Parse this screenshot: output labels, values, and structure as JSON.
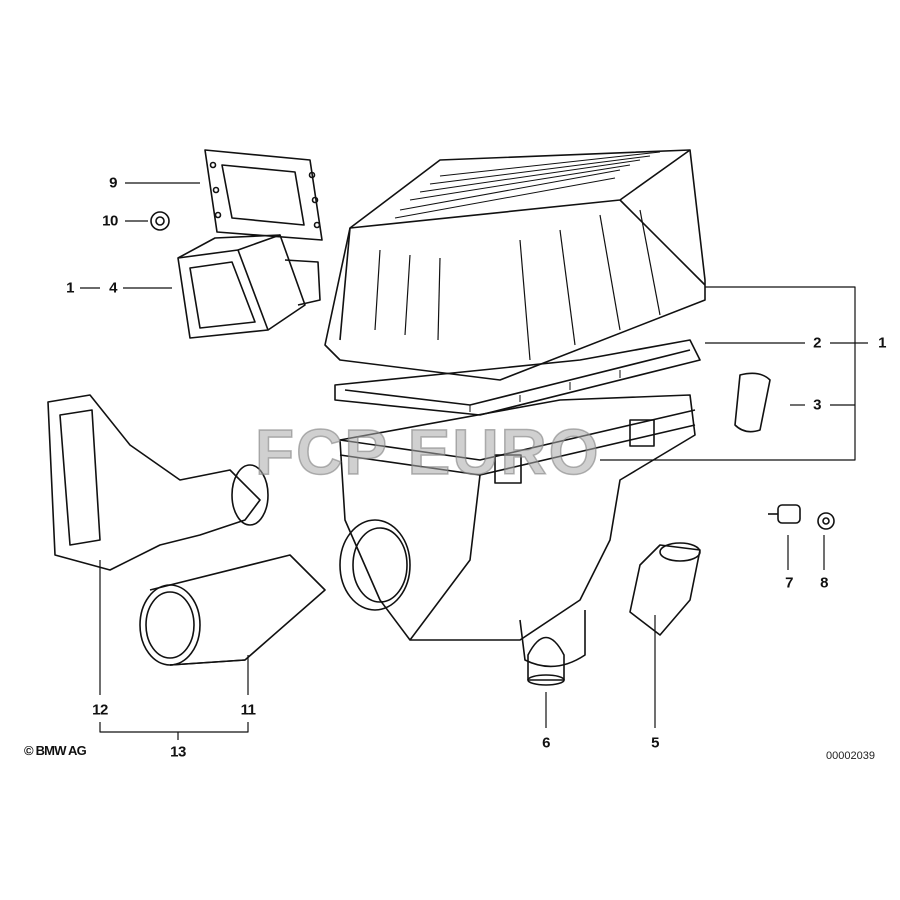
{
  "diagram": {
    "callouts": [
      "1",
      "2",
      "3",
      "4",
      "5",
      "6",
      "7",
      "8",
      "9",
      "10",
      "11",
      "12",
      "13"
    ],
    "callout_1_left": "1",
    "callout_1_right": "1",
    "copyright": "© BMW AG",
    "drawing_number": "00002039",
    "watermark": "FCP EURO",
    "line_color": "#111111"
  }
}
